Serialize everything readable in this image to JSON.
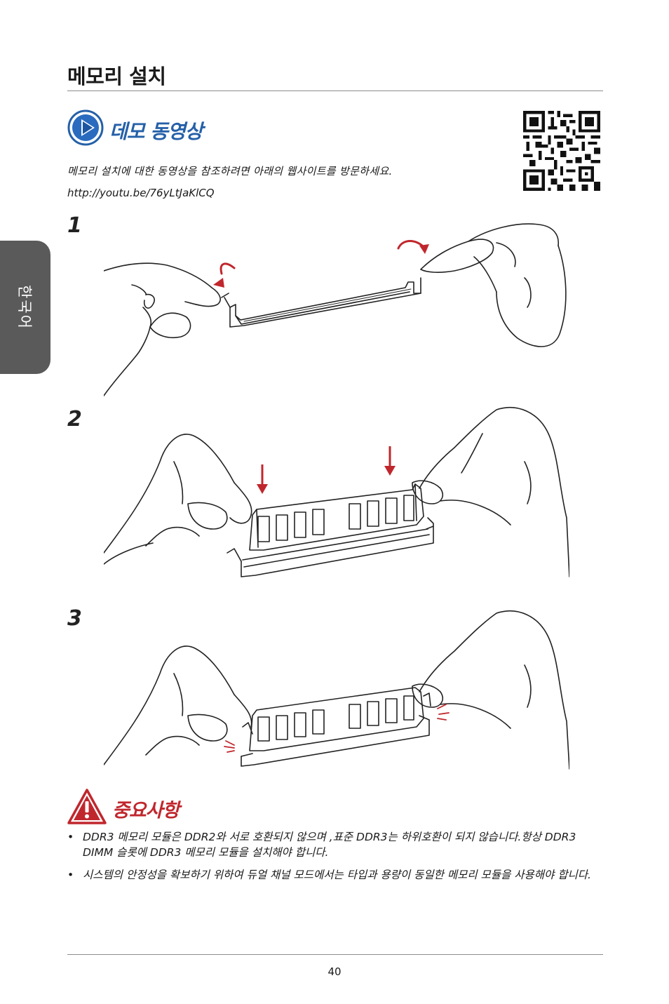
{
  "page": {
    "title": "메모리 설치",
    "side_tab": "한국어",
    "page_number": "40"
  },
  "demo": {
    "icon": "play-icon",
    "title": "데모 동영상",
    "text": "메모리 설치에 대한 동영상을 참조하려면 아래의 웹사이트를 방문하세요.",
    "url": "http://youtu.be/76yLtJaKlCQ"
  },
  "steps": [
    {
      "number": "1"
    },
    {
      "number": "2"
    },
    {
      "number": "3"
    }
  ],
  "important": {
    "icon": "warning-icon",
    "title": "중요사항",
    "notes": [
      "DDR3 메모리 모듈은 DDR2와 서로 호환되지 않으며 ,표준 DDR3는 하위호환이 되지 않습니다.항상 DDR3 DIMM 슬롯에 DDR3 메모리 모듈을 설치해야 합니다.",
      "시스템의 안정성을 확보하기 위하여 듀얼 채널 모드에서는 타입과 용량이 동일한 메모리 모듈을 사용해야 합니다."
    ]
  },
  "colors": {
    "accent_blue": "#2560a8",
    "warning_red": "#c0272d",
    "tab_gray": "#5a5a5a"
  }
}
